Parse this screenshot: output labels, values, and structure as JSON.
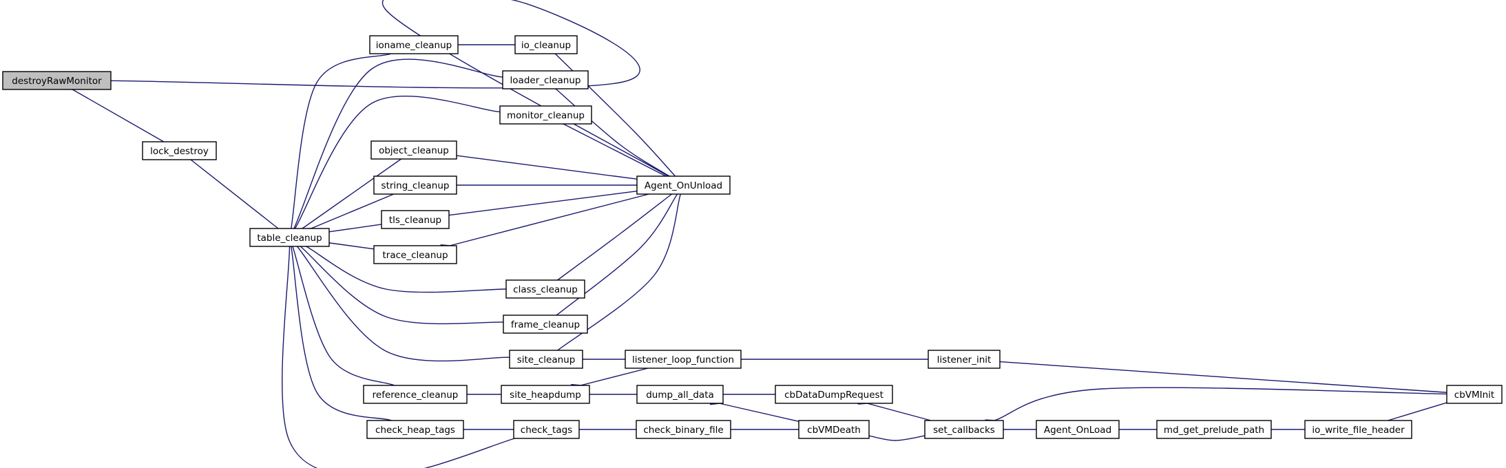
{
  "colors": {
    "edge": "#191970",
    "node_fill": "#ffffff",
    "focus_fill": "#bfbfbf",
    "node_border": "#000000"
  },
  "graph": {
    "focus": "destroyRawMonitor",
    "nodes": [
      {
        "id": "destroyRawMonitor",
        "label": "destroyRawMonitor"
      },
      {
        "id": "lock_destroy",
        "label": "lock_destroy"
      },
      {
        "id": "table_cleanup",
        "label": "table_cleanup"
      },
      {
        "id": "ioname_cleanup",
        "label": "ioname_cleanup"
      },
      {
        "id": "io_cleanup",
        "label": "io_cleanup"
      },
      {
        "id": "loader_cleanup",
        "label": "loader_cleanup"
      },
      {
        "id": "monitor_cleanup",
        "label": "monitor_cleanup"
      },
      {
        "id": "object_cleanup",
        "label": "object_cleanup"
      },
      {
        "id": "string_cleanup",
        "label": "string_cleanup"
      },
      {
        "id": "tls_cleanup",
        "label": "tls_cleanup"
      },
      {
        "id": "trace_cleanup",
        "label": "trace_cleanup"
      },
      {
        "id": "class_cleanup",
        "label": "class_cleanup"
      },
      {
        "id": "frame_cleanup",
        "label": "frame_cleanup"
      },
      {
        "id": "site_cleanup",
        "label": "site_cleanup"
      },
      {
        "id": "reference_cleanup",
        "label": "reference_cleanup"
      },
      {
        "id": "site_heapdump",
        "label": "site_heapdump"
      },
      {
        "id": "check_heap_tags",
        "label": "check_heap_tags"
      },
      {
        "id": "check_tags",
        "label": "check_tags"
      },
      {
        "id": "Agent_OnUnload",
        "label": "Agent_OnUnload"
      },
      {
        "id": "listener_loop_function",
        "label": "listener_loop_function"
      },
      {
        "id": "dump_all_data",
        "label": "dump_all_data"
      },
      {
        "id": "check_binary_file",
        "label": "check_binary_file"
      },
      {
        "id": "cbDataDumpRequest",
        "label": "cbDataDumpRequest"
      },
      {
        "id": "cbVMDeath",
        "label": "cbVMDeath"
      },
      {
        "id": "listener_init",
        "label": "listener_init"
      },
      {
        "id": "set_callbacks",
        "label": "set_callbacks"
      },
      {
        "id": "Agent_OnLoad",
        "label": "Agent_OnLoad"
      },
      {
        "id": "md_get_prelude_path",
        "label": "md_get_prelude_path"
      },
      {
        "id": "io_write_file_header",
        "label": "io_write_file_header"
      },
      {
        "id": "cbVMInit",
        "label": "cbVMInit"
      }
    ],
    "edges": [
      {
        "from": "lock_destroy",
        "to": "destroyRawMonitor"
      },
      {
        "from": "Agent_OnUnload",
        "to": "destroyRawMonitor"
      },
      {
        "from": "table_cleanup",
        "to": "lock_destroy"
      },
      {
        "from": "ioname_cleanup",
        "to": "table_cleanup"
      },
      {
        "from": "loader_cleanup",
        "to": "table_cleanup"
      },
      {
        "from": "monitor_cleanup",
        "to": "table_cleanup"
      },
      {
        "from": "object_cleanup",
        "to": "table_cleanup"
      },
      {
        "from": "string_cleanup",
        "to": "table_cleanup"
      },
      {
        "from": "tls_cleanup",
        "to": "table_cleanup"
      },
      {
        "from": "trace_cleanup",
        "to": "table_cleanup"
      },
      {
        "from": "class_cleanup",
        "to": "table_cleanup"
      },
      {
        "from": "frame_cleanup",
        "to": "table_cleanup"
      },
      {
        "from": "site_cleanup",
        "to": "table_cleanup"
      },
      {
        "from": "reference_cleanup",
        "to": "table_cleanup"
      },
      {
        "from": "check_heap_tags",
        "to": "table_cleanup"
      },
      {
        "from": "check_tags",
        "to": "table_cleanup"
      },
      {
        "from": "io_cleanup",
        "to": "ioname_cleanup"
      },
      {
        "from": "Agent_OnUnload",
        "to": "io_cleanup"
      },
      {
        "from": "Agent_OnUnload",
        "to": "loader_cleanup"
      },
      {
        "from": "Agent_OnUnload",
        "to": "monitor_cleanup"
      },
      {
        "from": "Agent_OnUnload",
        "to": "object_cleanup"
      },
      {
        "from": "Agent_OnUnload",
        "to": "string_cleanup"
      },
      {
        "from": "Agent_OnUnload",
        "to": "tls_cleanup"
      },
      {
        "from": "Agent_OnUnload",
        "to": "trace_cleanup"
      },
      {
        "from": "Agent_OnUnload",
        "to": "class_cleanup"
      },
      {
        "from": "Agent_OnUnload",
        "to": "frame_cleanup"
      },
      {
        "from": "Agent_OnUnload",
        "to": "site_cleanup"
      },
      {
        "from": "listener_loop_function",
        "to": "site_cleanup"
      },
      {
        "from": "site_heapdump",
        "to": "reference_cleanup"
      },
      {
        "from": "listener_loop_function",
        "to": "site_heapdump"
      },
      {
        "from": "dump_all_data",
        "to": "site_heapdump"
      },
      {
        "from": "check_tags",
        "to": "check_heap_tags"
      },
      {
        "from": "check_binary_file",
        "to": "check_tags"
      },
      {
        "from": "listener_init",
        "to": "listener_loop_function"
      },
      {
        "from": "cbDataDumpRequest",
        "to": "dump_all_data"
      },
      {
        "from": "cbVMDeath",
        "to": "dump_all_data"
      },
      {
        "from": "cbVMDeath",
        "to": "check_binary_file"
      },
      {
        "from": "set_callbacks",
        "to": "cbDataDumpRequest"
      },
      {
        "from": "set_callbacks",
        "to": "cbVMDeath"
      },
      {
        "from": "cbVMInit",
        "to": "listener_init"
      },
      {
        "from": "cbVMInit",
        "to": "set_callbacks"
      },
      {
        "from": "Agent_OnLoad",
        "to": "set_callbacks"
      },
      {
        "from": "md_get_prelude_path",
        "to": "Agent_OnLoad"
      },
      {
        "from": "io_write_file_header",
        "to": "md_get_prelude_path"
      },
      {
        "from": "io_write_file_header",
        "to": "cbVMInit"
      }
    ]
  }
}
